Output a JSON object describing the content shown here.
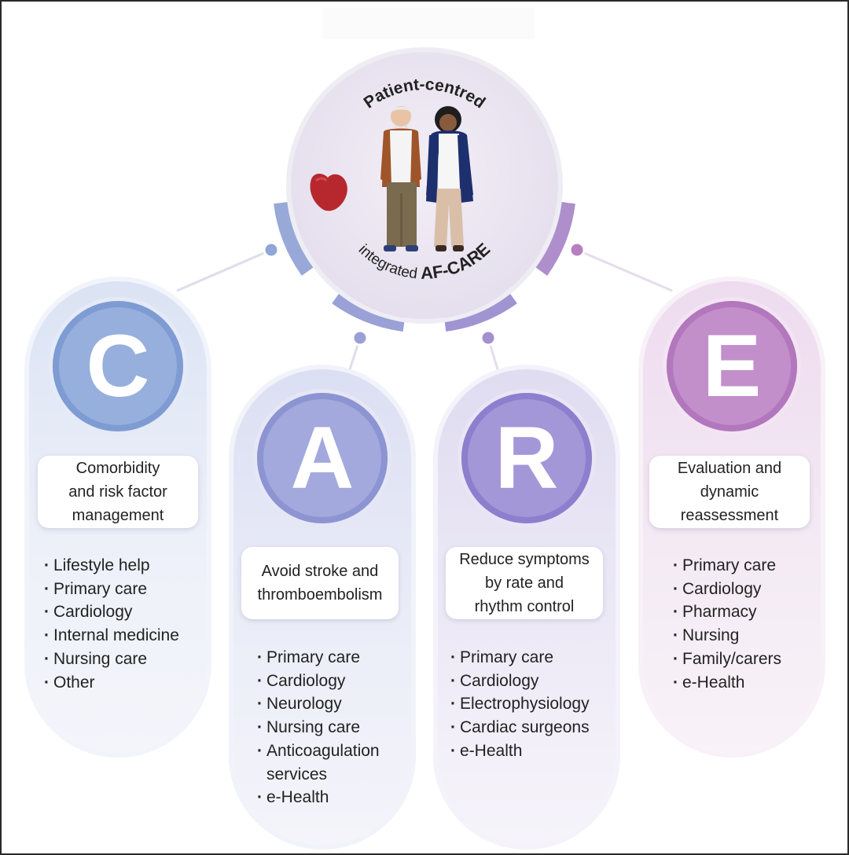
{
  "center": {
    "top_text": "Patient-centred",
    "bottom_prefix": "integrated ",
    "bottom_emphasis": "AF-CARE"
  },
  "pillars": [
    {
      "letter": "C",
      "title": "Comorbidity\nand risk factor\nmanagement",
      "items": [
        "Lifestyle help",
        "Primary care",
        "Cardiology",
        "Internal medicine",
        "Nursing care",
        "Other"
      ]
    },
    {
      "letter": "A",
      "title": "Avoid stroke and\nthromboembolism",
      "items": [
        "Primary care",
        "Cardiology",
        "Neurology",
        "Nursing care",
        "Anticoagulation\nservices",
        "e-Health"
      ]
    },
    {
      "letter": "R",
      "title": "Reduce symptoms\nby rate and\nrhythm control",
      "items": [
        "Primary care",
        "Cardiology",
        "Electrophysiology",
        "Cardiac surgeons",
        "e-Health"
      ]
    },
    {
      "letter": "E",
      "title": "Evaluation and\ndynamic\nreassessment",
      "items": [
        "Primary care",
        "Cardiology",
        "Pharmacy",
        "Nursing",
        "Family/carers",
        "e-Health"
      ]
    }
  ],
  "colors": {
    "c": "#97afdc",
    "a": "#a3a9dd",
    "r": "#a497d8",
    "e": "#c28fcb",
    "heart": "#b7282e"
  },
  "icons": {
    "heart": "heart-icon",
    "patients": "patients-icon"
  }
}
